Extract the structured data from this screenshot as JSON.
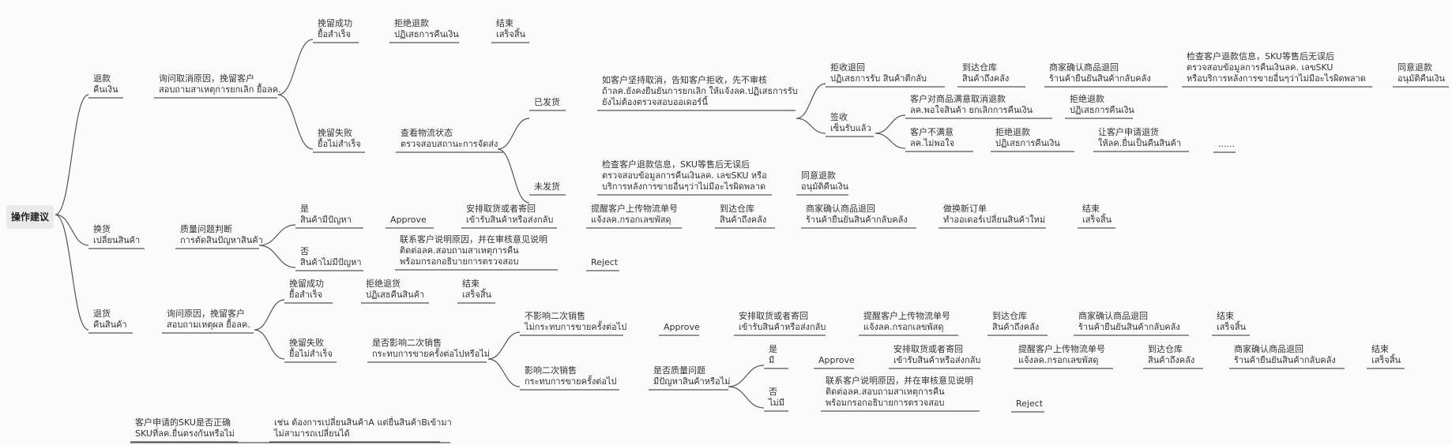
{
  "root": "操作建议",
  "nodes": {
    "refund": {
      "l1": "退款",
      "l2": "คืนเงิน"
    },
    "ask_refund": {
      "l1": "询问取消原因，挽留客户",
      "l2": "สอบถามสาเหตุการยกเลิก ยื้อลค."
    },
    "retain_ok_1": {
      "l1": "挽留成功",
      "l2": "ยื้อสำเร็จ"
    },
    "reject_refund_1": {
      "l1": "拒绝退款",
      "l2": "ปฏิเสธการคืนเงิน"
    },
    "end_1": {
      "l1": "结束",
      "l2": "เสร็จสิ้น"
    },
    "retain_fail_1": {
      "l1": "挽留失败",
      "l2": "ยื้อไม่สำเร็จ"
    },
    "check_logistics": {
      "l1": "查看物流状态",
      "l2": "ตรวจสอบสถานะการจัดส่ง"
    },
    "shipped": {
      "l1": "已发货"
    },
    "shipped_note": {
      "l1": "如客户坚持取消，告知客户拒收，先不审核",
      "l2": "ถ้าลค.ยังคงยืนยันการยกเลิก ให้แจ้งลค.ปฏิเสธการรับ",
      "l3": "ยังไม่ต้องตรวจสอบออเดอร์นี้"
    },
    "reject_receipt": {
      "l1": "拒收退回",
      "l2": "ปฏิเสธการรับ สินค้าตีกลับ"
    },
    "to_warehouse_1": {
      "l1": "到达仓库",
      "l2": "สินค้าถึงคลัง"
    },
    "merchant_confirm_1": {
      "l1": "商家确认商品退回",
      "l2": "ร้านค้ายืนยันสินค้ากลับคลัง"
    },
    "check_sku_1": {
      "l1": "检查客户退款信息，SKU等售后无误后",
      "l2": "ตรวจสอบข้อมูลการคืนเงินลค. เลขSKU",
      "l3": "หรือบริการหลังการขายอื่นๆว่าไม่มีอะไรผิดพลาด"
    },
    "agree_refund_1": {
      "l1": "同意退款",
      "l2": "อนุมัติคืนเงิน"
    },
    "signed": {
      "l1": "签收",
      "l2": "เซ็นรับแล้ว"
    },
    "satisfied": {
      "l1": "客户对商品满意取消退款",
      "l2": "ลค.พอใจสินค้า ยกเลิกการคืนเงิน"
    },
    "reject_refund_2": {
      "l1": "拒绝退款",
      "l2": "ปฏิเสธการคืนเงิน"
    },
    "unsatisfied": {
      "l1": "客户不满意",
      "l2": "ลค.ไม่พอใจ"
    },
    "reject_refund_3": {
      "l1": "拒绝退款",
      "l2": "ปฏิเสธการคืนเงิน"
    },
    "ask_return": {
      "l1": "让客户申请退货",
      "l2": "ให้ลค.ยื่นเป็นคืนสินค้า"
    },
    "ellipsis": {
      "l1": "......"
    },
    "not_shipped": {
      "l1": "未发货"
    },
    "check_sku_2": {
      "l1": "检查客户退款信息，SKU等售后无误后",
      "l2": "ตรวจสอบข้อมูลการคืนเงินลค. เลขSKU หรือ",
      "l3": "บริการหลังการขายอื่นๆว่าไม่มีอะไรผิดพลาด"
    },
    "agree_refund_2": {
      "l1": "同意退款",
      "l2": "อนุมัติคืนเงิน"
    },
    "exchange": {
      "l1": "换货",
      "l2": "เปลี่ยนสินค้า"
    },
    "quality_judge": {
      "l1": "质量问题判断",
      "l2": "การตัดสินปัญหาสินค้า"
    },
    "yes_problem": {
      "l1": "是",
      "l2": "สินค้ามีปัญหา"
    },
    "approve_1": {
      "l1": "Approve"
    },
    "arrange_pickup_1": {
      "l1": "安排取货或者寄回",
      "l2": "เข้ารับสินค้าหรือส่งกลับ"
    },
    "remind_upload_1": {
      "l1": "提醒客户上传物流单号",
      "l2": "แจ้งลค.กรอกเลขพัสดุ"
    },
    "to_warehouse_2": {
      "l1": "到达仓库",
      "l2": "สินค้าถึงคลัง"
    },
    "merchant_confirm_2": {
      "l1": "商家确认商品退回",
      "l2": "ร้านค้ายืนยันสินค้ากลับคลัง"
    },
    "new_order": {
      "l1": "做换新订单",
      "l2": "ทำออเดอร์เปลี่ยนสินค้าใหม่"
    },
    "end_2": {
      "l1": "结束",
      "l2": "เสร็จสิ้น"
    },
    "no_problem": {
      "l1": "否",
      "l2": "สินค้าไม่มีปัญหา"
    },
    "contact_1": {
      "l1": "联系客户说明原因，并在审核意见说明",
      "l2": "ติดต่อลค.สอบถามสาเหตุการคืน",
      "l3": "พร้อมกรอกอธิบายการตรวจสอบ"
    },
    "reject_1": {
      "l1": "Reject"
    },
    "return_goods": {
      "l1": "退货",
      "l2": "คืนสินค้า"
    },
    "ask_return_reason": {
      "l1": "询问原因，挽留客户",
      "l2": "สอบถามเหตุผล ยื้อลค."
    },
    "retain_ok_2": {
      "l1": "挽留成功",
      "l2": "ยื้อสำเร็จ"
    },
    "reject_return": {
      "l1": "拒绝退货",
      "l2": "ปฏิเสธคืนสินค้า"
    },
    "end_3": {
      "l1": "结束",
      "l2": "เสร็จสิ้น"
    },
    "retain_fail_2": {
      "l1": "挽留失败",
      "l2": "ยื้อไม่สำเร็จ"
    },
    "resale_q": {
      "l1": "是否影响二次销售",
      "l2": "กระทบการขายครั้งต่อไปหรือไม่"
    },
    "no_resale_impact": {
      "l1": "不影响二次销售",
      "l2": "ไม่กระทบการขายครั้งต่อไป"
    },
    "approve_2": {
      "l1": "Approve"
    },
    "arrange_pickup_2": {
      "l1": "安排取货或者寄回",
      "l2": "เข้ารับสินค้าหรือส่งกลับ"
    },
    "remind_upload_2": {
      "l1": "提醒客户上传物流单号",
      "l2": "แจ้งลค.กรอกเลขพัสดุ"
    },
    "to_warehouse_3": {
      "l1": "到达仓库",
      "l2": "สินค้าถึงคลัง"
    },
    "merchant_confirm_3": {
      "l1": "商家确认商品退回",
      "l2": "ร้านค้ายืนยันสินค้ากลับคลัง"
    },
    "end_4": {
      "l1": "结束",
      "l2": "เสร็จสิ้น"
    },
    "resale_impact": {
      "l1": "影响二次销售",
      "l2": "กระทบการขายครั้งต่อไป"
    },
    "quality_q": {
      "l1": "是否质量问题",
      "l2": "มีปัญหาสินค้าหรือไม่"
    },
    "yes_2": {
      "l1": "是",
      "l2": "มี"
    },
    "approve_3": {
      "l1": "Approve"
    },
    "arrange_pickup_3": {
      "l1": "安排取货或者寄回",
      "l2": "เข้ารับสินค้าหรือส่งกลับ"
    },
    "remind_upload_3": {
      "l1": "提醒客户上传物流单号",
      "l2": "แจ้งลค.กรอกเลขพัสดุ"
    },
    "to_warehouse_4": {
      "l1": "到达仓库",
      "l2": "สินค้าถึงคลัง"
    },
    "merchant_confirm_4": {
      "l1": "商家确认商品退回",
      "l2": "ร้านค้ายืนยันสินค้ากลับคลัง"
    },
    "end_5": {
      "l1": "结束",
      "l2": "เสร็จสิ้น"
    },
    "no_2": {
      "l1": "否",
      "l2": "ไม่มี"
    },
    "contact_2": {
      "l1": "联系客户说明原因，并在审核意见说明",
      "l2": "ติดต่อลค.สอบถามสาเหตุการคืน",
      "l3": "พร้อมกรอกอธิบายการตรวจสอบ"
    },
    "reject_2": {
      "l1": "Reject"
    },
    "sku_check": {
      "l1": "客户申请的SKU是否正确",
      "l2": "SKUที่ลค.ยื่นตรงกันหรือไม่"
    },
    "sku_example": {
      "l1": "เช่น ต้องการเปลี่ยนสินค้าA แต่ยื่นสินค้าBเข้ามา",
      "l2": "ไม่สามารถเปลี่ยนได้"
    }
  }
}
